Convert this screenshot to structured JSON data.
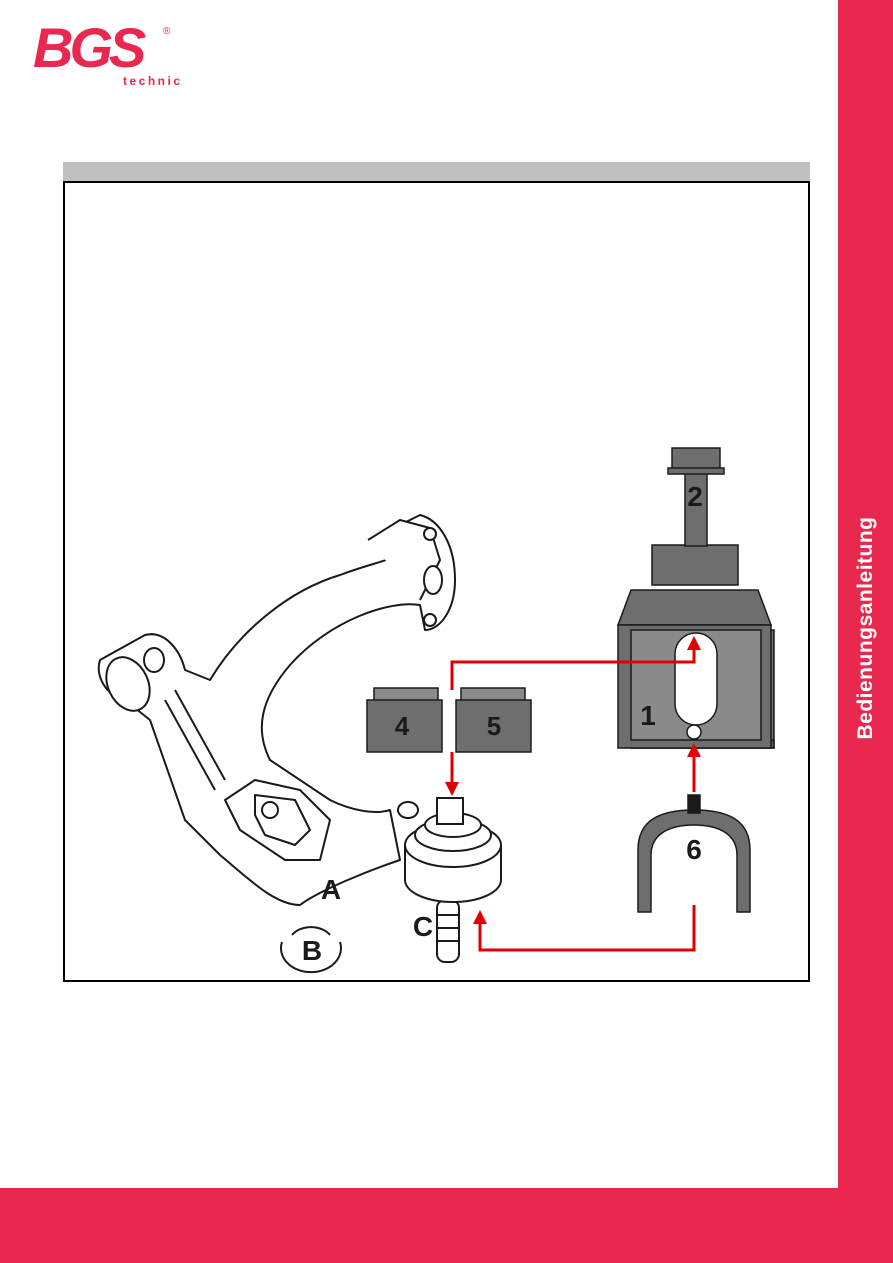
{
  "brand": {
    "name": "BGS",
    "registered": "®",
    "sub": "technic",
    "color": "#e8284e"
  },
  "sidebar": {
    "label": "Bedienungsanleitung"
  },
  "figure": {
    "labels": {
      "part1": "1",
      "part2": "2",
      "part4": "4",
      "part5": "5",
      "part6": "6",
      "pointA": "A",
      "pointB": "B",
      "pointC": "C"
    },
    "arrow_color": "#e00000",
    "tool_color": "#6e6e6e"
  }
}
